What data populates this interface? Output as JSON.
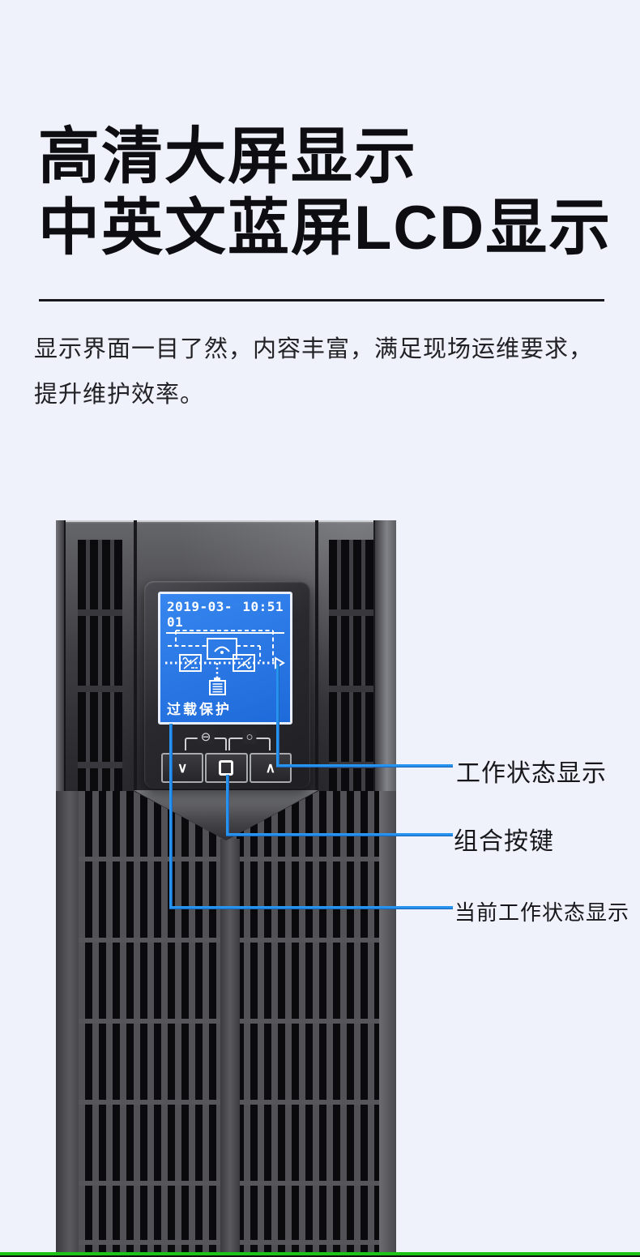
{
  "page": {
    "background": "#eff2fa",
    "accent_blue": "#1e88e5",
    "bottom_bar_color": "#1dc418"
  },
  "header": {
    "title_line1": "高清大屏显示",
    "title_line2": "中英文蓝屏LCD显示",
    "description": "显示界面一目了然，内容丰富，满足现场运维要求，提升维护效率。"
  },
  "device": {
    "name": "UPS front panel",
    "lcd": {
      "date": "2019-03-01",
      "time": "10:51",
      "status_text": "过载保护",
      "screen_color": "#2274e4",
      "diagram_elements": [
        "bypass-dashed-path",
        "avr-module",
        "rectifier-module",
        "inverter-module",
        "battery",
        "output-arrow"
      ]
    },
    "controls": {
      "combo_left_symbol": "⊖",
      "combo_right_symbol": "○",
      "down_symbol": "∨",
      "up_symbol": "∧"
    }
  },
  "callouts": [
    {
      "label": "工作状态显示"
    },
    {
      "label": "组合按键"
    },
    {
      "label": "当前工作状态显示"
    }
  ]
}
